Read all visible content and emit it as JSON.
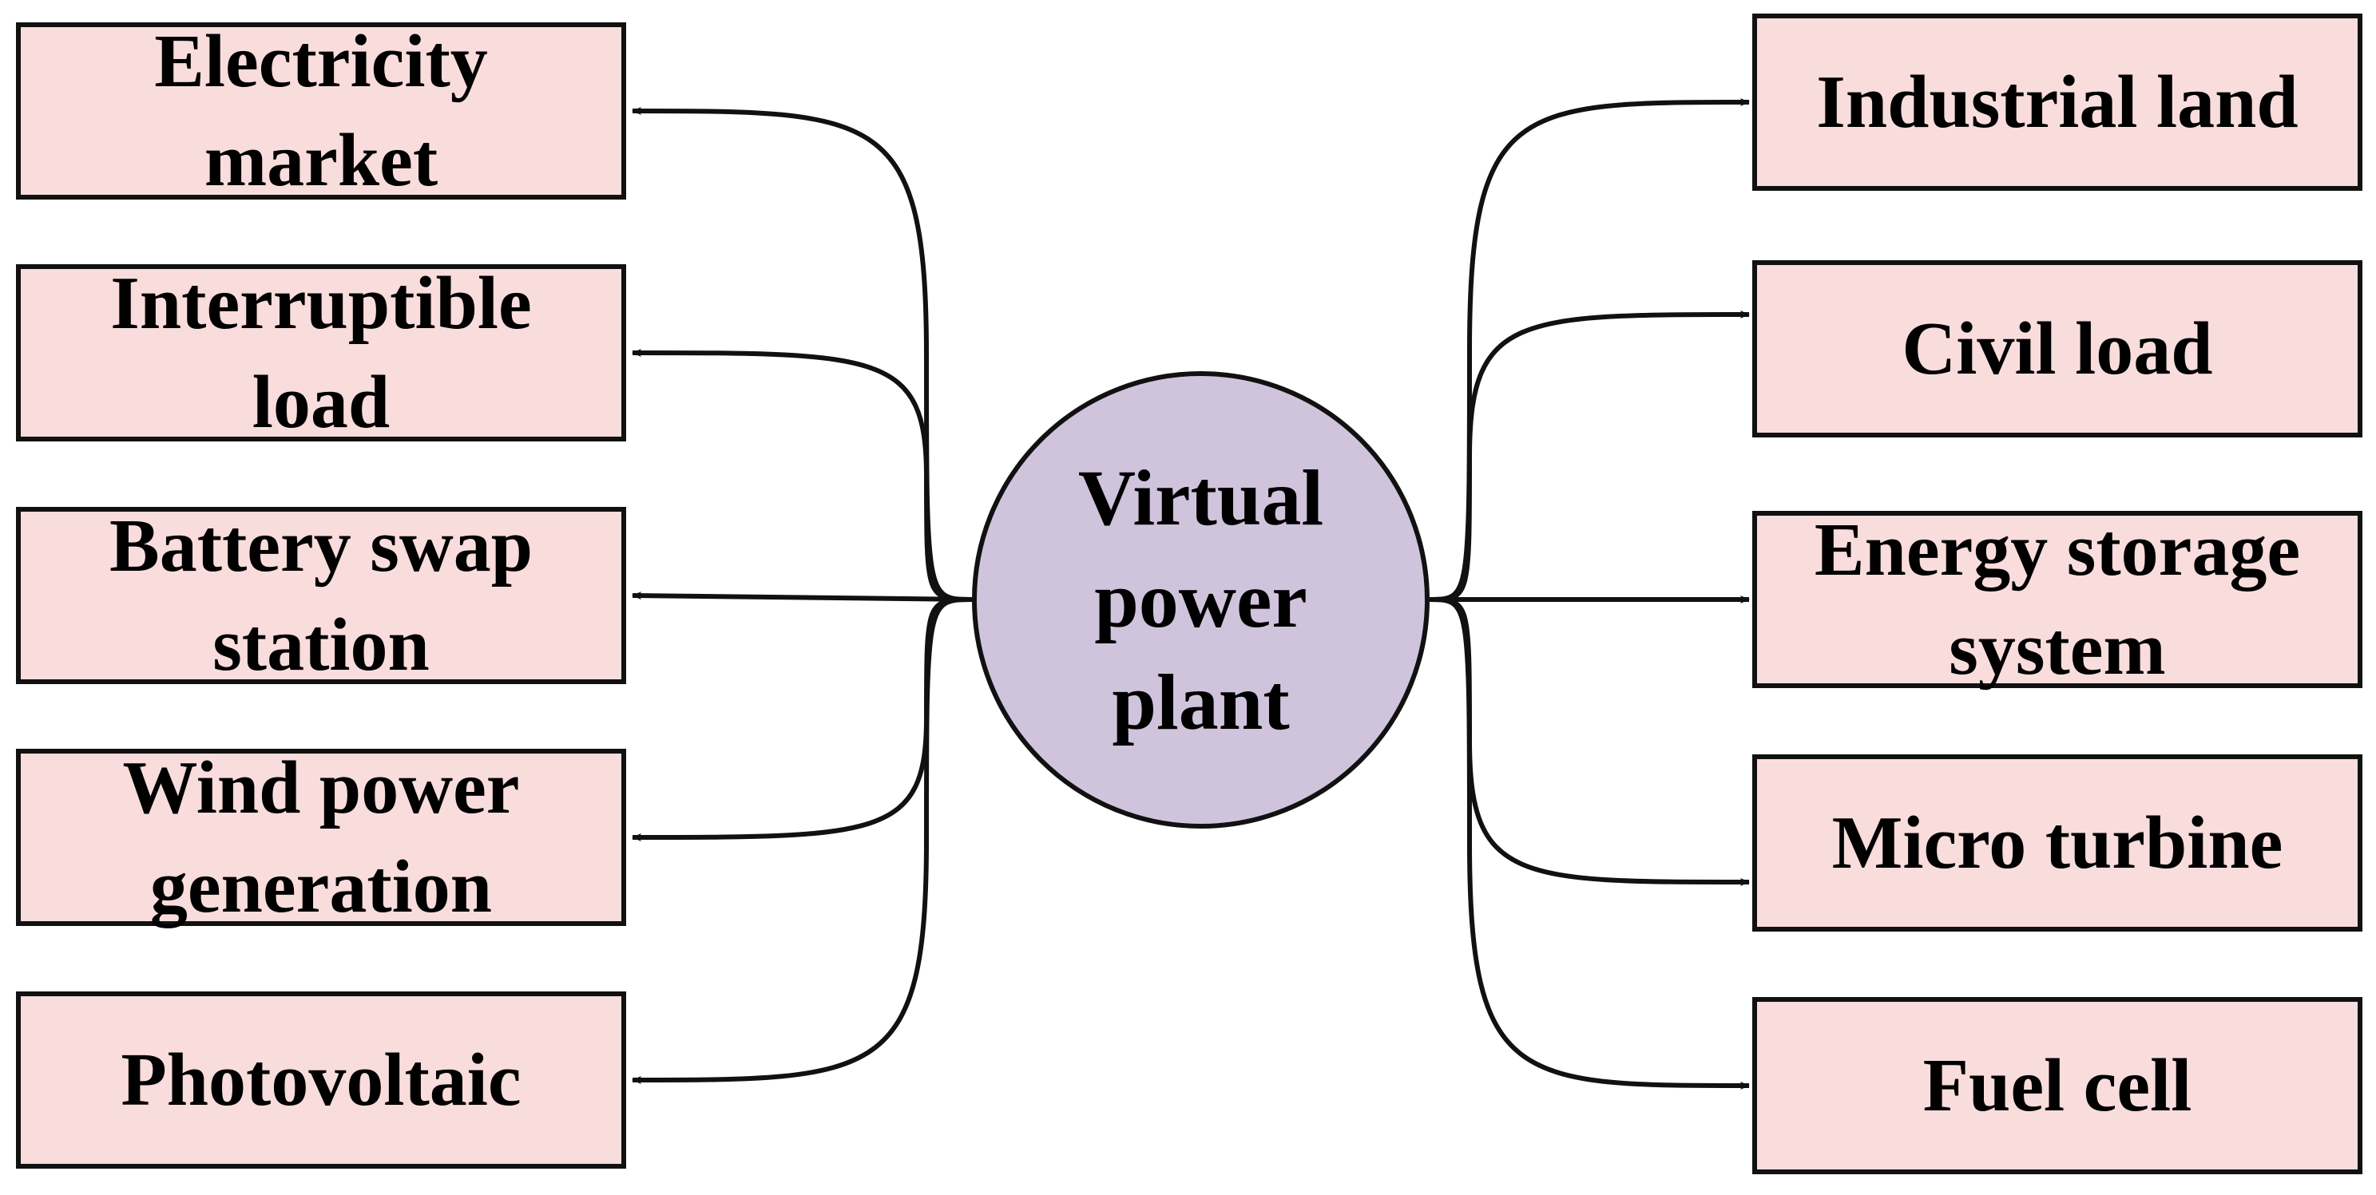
{
  "colors": {
    "box_fill": "#f9dcdc",
    "hub_fill": "#d0c4dd",
    "stroke": "#111111",
    "text": "#000000"
  },
  "hub": {
    "label": "Virtual\npower\nplant"
  },
  "left_nodes": [
    {
      "label": "Electricity\nmarket"
    },
    {
      "label": "Interruptible\nload"
    },
    {
      "label": "Battery swap\nstation"
    },
    {
      "label": "Wind power\ngeneration"
    },
    {
      "label": "Photovoltaic"
    }
  ],
  "right_nodes": [
    {
      "label": "Industrial land"
    },
    {
      "label": "Civil load"
    },
    {
      "label": "Energy storage\nsystem"
    },
    {
      "label": "Micro turbine"
    },
    {
      "label": "Fuel cell"
    }
  ]
}
